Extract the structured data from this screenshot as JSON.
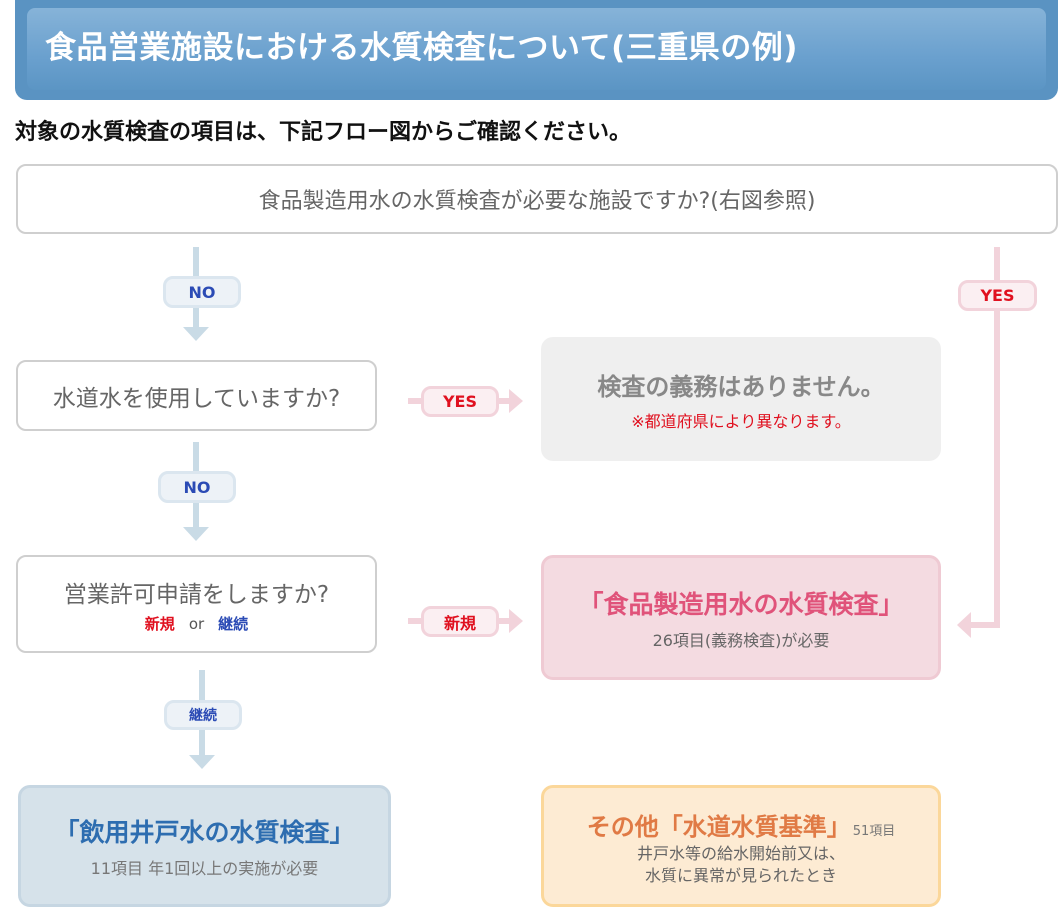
{
  "header": {
    "title": "食品営業施設における水質検査について(三重県の例)",
    "subtitle": "対象の水質検査の項目は、下記フロー図からご確認ください。"
  },
  "flow": {
    "start_question": "食品製造用水の水質検査が必要な施設ですか?(右図参照)",
    "q1": {
      "text": "水道水を使用していますか?"
    },
    "q2": {
      "text": "営業許可申請をしますか?",
      "option_new": "新規",
      "or": "or",
      "option_continue": "継続"
    },
    "labels": {
      "no_1": "NO",
      "no_2": "NO",
      "continue": "継続",
      "yes_top": "YES",
      "yes_q1": "YES",
      "new_q2": "新規"
    },
    "results": {
      "none": {
        "title": "検査の義務はありません。",
        "note": "※都道府県により異なります。"
      },
      "food_water": {
        "title": "「食品製造用水の水質検査」",
        "detail": "26項目(義務検査)が必要"
      },
      "well_water": {
        "title": "「飲用井戸水の水質検査」",
        "detail": "11項目 年1回以上の実施が必要"
      },
      "other": {
        "title": "その他「水道水質基準」",
        "count": "51項目",
        "detail_1": "井戸水等の給水開始前又は、",
        "detail_2": "水質に異常が見られたとき"
      }
    }
  },
  "colors": {
    "banner": "#5a93c2",
    "no_path": "#c9dbe6",
    "yes_path": "#f2d3db",
    "red_text": "#e0101f",
    "blue_text": "#2b4bb5"
  }
}
